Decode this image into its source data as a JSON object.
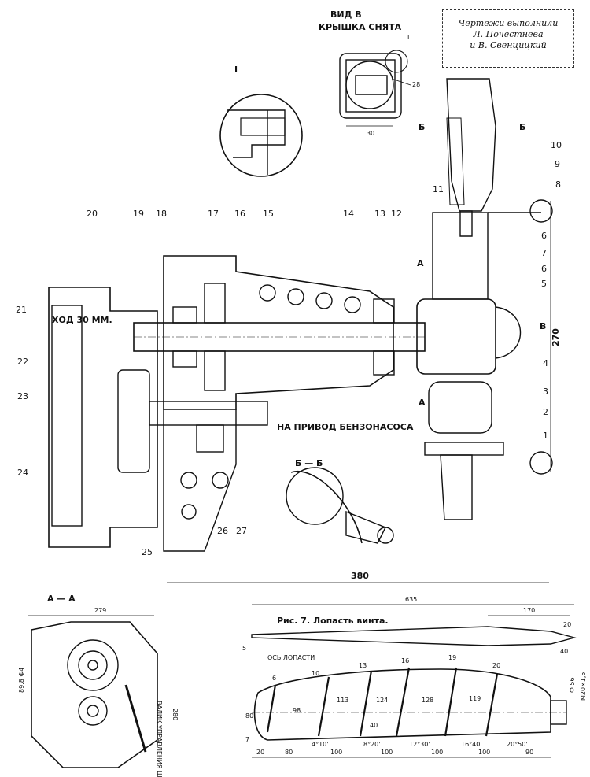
{
  "credits": {
    "line1": "Чертежи выполнили",
    "line2": "Л. Почестнева",
    "line3": "и В. Свенцицкий"
  },
  "view_b": {
    "title": "ВИД В",
    "subtitle": "КРЫШКА СНЯТА",
    "dim": "30",
    "callout_i": "I",
    "callout_28": "28"
  },
  "detail_i": {
    "label": "I"
  },
  "stroke_label": "ХОД 30 ММ.",
  "fuel_pump_label": "НА ПРИВОД БЕНЗОНАСОСА",
  "section_bb": "Б — Б",
  "section_aa": "А — А",
  "arrows": {
    "a": "А",
    "b": "Б",
    "v": "В"
  },
  "part_numbers": [
    "1",
    "2",
    "3",
    "4",
    "5",
    "6",
    "6",
    "7",
    "8",
    "9",
    "10",
    "11",
    "12",
    "13",
    "14",
    "15",
    "16",
    "17",
    "18",
    "19",
    "20",
    "21",
    "22",
    "23",
    "24",
    "25",
    "26",
    "27"
  ],
  "dims": {
    "d270": "270",
    "d380": "380",
    "d279": "279",
    "d280": "280",
    "d89": "89,8 Ф4",
    "control": "ВАЛИК УПРАВЛЕНИЯ ШАГОМ"
  },
  "blade": {
    "caption": "Рис. 7. Лопасть винта.",
    "axis_label": "ОСЬ ЛОПАСТИ",
    "dims_top": [
      "635",
      "170",
      "20",
      "40",
      "5"
    ],
    "section_nums": [
      "6",
      "10",
      "13",
      "16",
      "19",
      "20"
    ],
    "chords": [
      "98",
      "113",
      "124",
      "128",
      "119"
    ],
    "angles": [
      "4°10'",
      "8°20'",
      "12°30'",
      "16°40'",
      "20°50'"
    ],
    "bottom_dims": [
      "20",
      "80",
      "100",
      "100",
      "100",
      "100",
      "90"
    ],
    "side_dims": [
      "80",
      "7",
      "40"
    ],
    "hub_dims": [
      "Ф 56",
      "М20×1,5"
    ]
  }
}
